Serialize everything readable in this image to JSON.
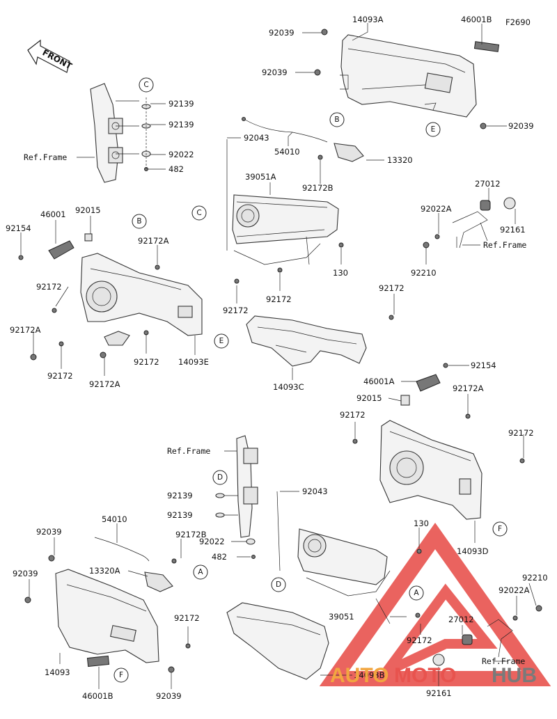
{
  "figure_code": "F2690",
  "front_label": "FRONT",
  "ref_frame_label": "Ref.Frame",
  "callouts": {
    "a": "A",
    "b": "B",
    "c": "C",
    "d": "D",
    "e": "E",
    "f": "F"
  },
  "parts": {
    "p92039": "92039",
    "p14093A": "14093A",
    "p46001B": "46001B",
    "p92139": "92139",
    "p92022": "92022",
    "p482": "482",
    "p92043": "92043",
    "p54010": "54010",
    "p13320": "13320",
    "p13320A": "13320A",
    "p39051A": "39051A",
    "p39051": "39051",
    "p92172B": "92172B",
    "p27012": "27012",
    "p92022A": "92022A",
    "p92161": "92161",
    "p92210": "92210",
    "p46001": "46001",
    "p46001A": "46001A",
    "p92015": "92015",
    "p92154": "92154",
    "p92172A": "92172A",
    "p92172": "92172",
    "p130": "130",
    "p14093E": "14093E",
    "p14093C": "14093C",
    "p14093D": "14093D",
    "p14093B": "14093B",
    "p14093": "14093"
  },
  "watermark": {
    "part1": "AUTO",
    "part2": "MOTO",
    "part3": "HUB"
  },
  "colors": {
    "watermark_orange": "#f2a640",
    "watermark_red": "#e8534e",
    "watermark_gray": "#7a7a7a"
  }
}
